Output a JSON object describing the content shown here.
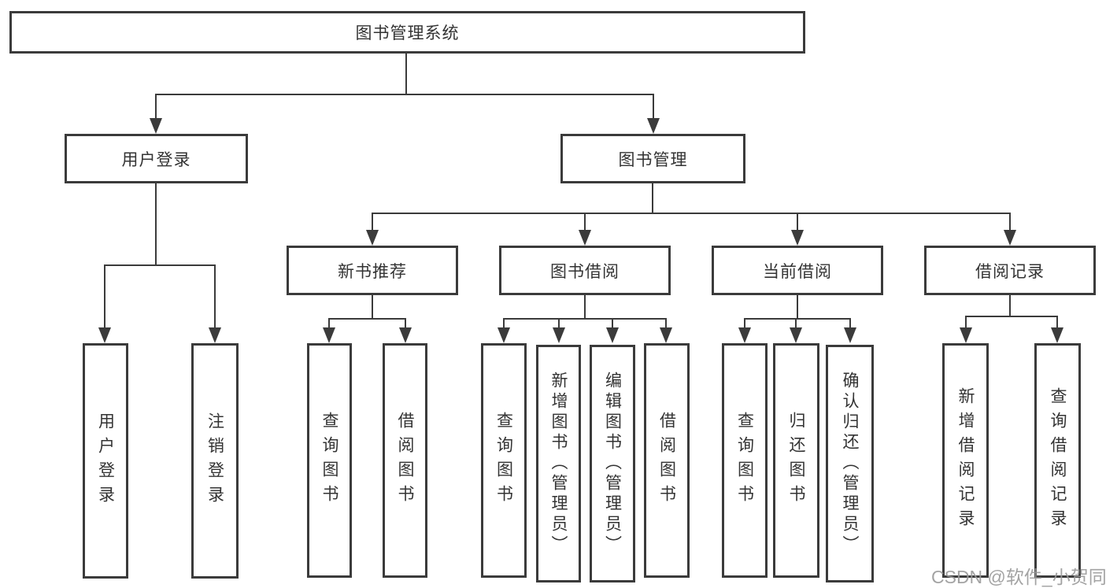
{
  "tree": {
    "root": {
      "label": "图书管理系统"
    },
    "branches": [
      {
        "label": "用户登录",
        "children": [
          {
            "label": "用户登录"
          },
          {
            "label": "注销登录"
          }
        ]
      },
      {
        "label": "图书管理",
        "children": [
          {
            "label": "新书推荐",
            "children": [
              {
                "label": "查询图书"
              },
              {
                "label": "借阅图书"
              }
            ]
          },
          {
            "label": "图书借阅",
            "children": [
              {
                "label": "查询图书"
              },
              {
                "label": "新增图书（管理员）"
              },
              {
                "label": "编辑图书（管理员）"
              },
              {
                "label": "借阅图书"
              }
            ]
          },
          {
            "label": "当前借阅",
            "children": [
              {
                "label": "查询图书"
              },
              {
                "label": "归还图书"
              },
              {
                "label": "确认归还（管理员）"
              }
            ]
          },
          {
            "label": "借阅记录",
            "children": [
              {
                "label": "新增借阅记录"
              },
              {
                "label": "查询借阅记录"
              }
            ]
          }
        ]
      }
    ]
  },
  "watermark": {
    "text": "CSDN @软件_小贺同学"
  },
  "colors": {
    "line": "#3b3b3b",
    "text": "#333333",
    "background": "#ffffff",
    "watermark": "#9a9a9a"
  }
}
